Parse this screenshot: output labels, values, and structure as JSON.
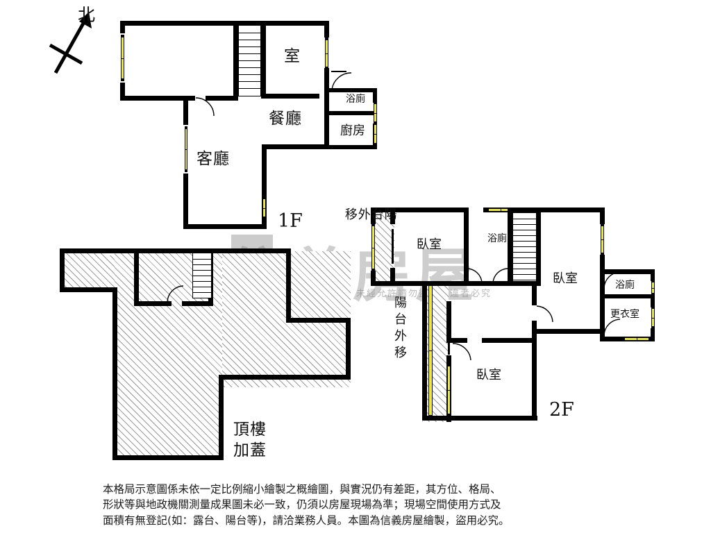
{
  "compass": {
    "label": "北",
    "icon": "north-arrow-icon"
  },
  "floors": [
    {
      "id": "1F",
      "tag": "1F",
      "rooms": [
        {
          "name": "室",
          "type": "room"
        },
        {
          "name": "浴廁",
          "type": "bathroom"
        },
        {
          "name": "廚房",
          "type": "kitchen"
        },
        {
          "name": "餐廳",
          "type": "dining"
        },
        {
          "name": "客廳",
          "type": "living"
        }
      ]
    },
    {
      "id": "2F",
      "tag": "2F",
      "rooms": [
        {
          "name": "臥室",
          "type": "bedroom"
        },
        {
          "name": "浴廁",
          "type": "bathroom"
        },
        {
          "name": "臥室",
          "type": "bedroom"
        },
        {
          "name": "浴廁",
          "type": "bathroom"
        },
        {
          "name": "更衣室",
          "type": "closet"
        },
        {
          "name": "臥室",
          "type": "bedroom"
        }
      ],
      "balconies": [
        {
          "name": "陽台外移"
        },
        {
          "name": "陽台外移"
        }
      ]
    },
    {
      "id": "rooftop",
      "rooms": [
        {
          "name": "頂樓加蓋",
          "type": "rooftop-addition"
        }
      ]
    }
  ],
  "labels": {
    "f1_room": "室",
    "f1_bath": "浴廁",
    "f1_kitchen": "廚房",
    "f1_dining": "餐廳",
    "f1_living": "客廳",
    "f1_tag": "1F",
    "f2_balcony_top_l1": "陽",
    "f2_balcony_top_l2": "台",
    "f2_balcony_top_l3": "外",
    "f2_balcony_top_l4": "移",
    "f2_balcony_mid_l1": "陽",
    "f2_balcony_mid_l2": "台",
    "f2_balcony_mid_l3": "外",
    "f2_balcony_mid_l4": "移",
    "f2_bed_top": "臥室",
    "f2_bath_top": "浴廁",
    "f2_bed_right": "臥室",
    "f2_bath_right": "浴廁",
    "f2_closet": "更衣室",
    "f2_bed_bottom": "臥室",
    "f2_tag": "2F",
    "roof_l1": "頂樓",
    "roof_l2": "加蓋"
  },
  "watermark": {
    "brand": "信義房屋",
    "notice": "本格局圖為信義房屋繪製，未經允許請勿盜用，違者必究"
  },
  "disclaimer": {
    "line1": "本格局示意圖係未依一定比例縮小繪製之概繪圖，與實況仍有差距，其方位、格局、",
    "line2": "形狀等與地政機關測量成果圖未必一致，仍須以房屋現場為準；現場空間使用方式及",
    "line3": "面積有無登記(如：露台、陽台等)，請洽業務人員。本圖為信義房屋繪製，盜用必究。"
  },
  "colors": {
    "wall": "#000000",
    "window": "#ece93e",
    "hatch": "#9a9a9a",
    "background": "#ffffff",
    "watermark": "#787878"
  }
}
